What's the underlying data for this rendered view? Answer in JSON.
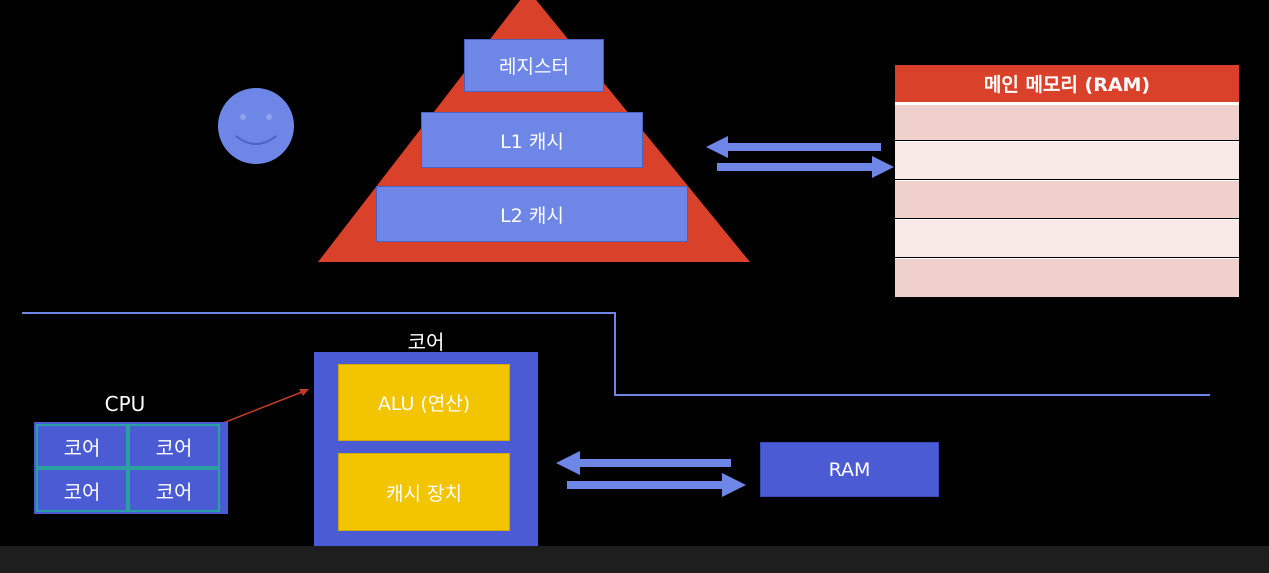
{
  "pyramid": {
    "registers": "레지스터",
    "l1": "L1 캐시",
    "l2": "L2 캐시"
  },
  "main_memory": {
    "title": "메인 메모리 (RAM)",
    "rows": 5
  },
  "cpu": {
    "label": "CPU",
    "cores": [
      "코어",
      "코어",
      "코어",
      "코어"
    ]
  },
  "core_detail": {
    "label": "코어",
    "alu": "ALU (연산)",
    "cache": "캐시 장치"
  },
  "ram": {
    "label": "RAM"
  },
  "colors": {
    "triangle": "#d9412b",
    "pyramid_box": "#6e87e6",
    "arrow": "#6e87e6",
    "ram_header": "#d9412b",
    "ram_row_a": "#f0d0cc",
    "ram_row_b": "#f8e8e6",
    "core_outer": "#4a5bd4",
    "yellow": "#f2c500",
    "divider": "#6e87e6"
  }
}
